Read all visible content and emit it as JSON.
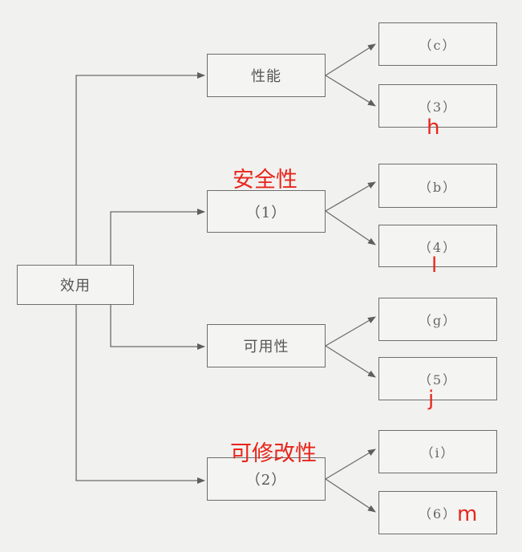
{
  "root": {
    "label": "效用"
  },
  "branches": [
    {
      "label": "性能",
      "annotation": "",
      "children": [
        {
          "label": "（c）",
          "annotation": ""
        },
        {
          "label": "（3）",
          "annotation": "h"
        }
      ]
    },
    {
      "label": "（1）",
      "annotation": "安全性",
      "children": [
        {
          "label": "（b）",
          "annotation": ""
        },
        {
          "label": "（4）",
          "annotation": "l"
        }
      ]
    },
    {
      "label": "可用性",
      "annotation": "",
      "children": [
        {
          "label": "（g）",
          "annotation": ""
        },
        {
          "label": "（5）",
          "annotation": "j"
        }
      ]
    },
    {
      "label": "（2）",
      "annotation": "可修改性",
      "children": [
        {
          "label": "（i）",
          "annotation": ""
        },
        {
          "label": "（6）",
          "annotation": "m"
        }
      ]
    }
  ],
  "colors": {
    "line": "#6b6b6b",
    "annotation": "#e8251c",
    "background": "#f1f1ef"
  }
}
